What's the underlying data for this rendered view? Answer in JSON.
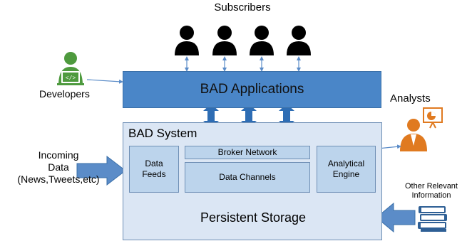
{
  "labels": {
    "subscribers": "Subscribers",
    "developers": "Developers",
    "analysts": "Analysts",
    "incoming_line1": "Incoming",
    "incoming_line2": "Data",
    "incoming_line3": "(News,Tweets,etc)",
    "other_line1": "Other Relevant",
    "other_line2": "Information"
  },
  "apps": {
    "title": "BAD Applications"
  },
  "system": {
    "title": "BAD System",
    "data_feeds_line1": "Data",
    "data_feeds_line2": "Feeds",
    "broker": "Broker Network",
    "channels": "Data Channels",
    "engine_line1": "Analytical",
    "engine_line2": "Engine",
    "storage": "Persistent Storage"
  },
  "colors": {
    "apps_blue": "#4a86c8",
    "system_bg": "#dbe6f4",
    "inner_box": "#bcd4ec",
    "arrow_blue": "#2e6db4",
    "developer_green": "#4e9a3e",
    "analyst_orange": "#e07a20",
    "subscriber_black": "#000000",
    "books_blue": "#2e5f95"
  },
  "icons": [
    "subscriber-person-icon",
    "developer-laptop-icon",
    "analyst-presentation-icon",
    "books-icon"
  ]
}
